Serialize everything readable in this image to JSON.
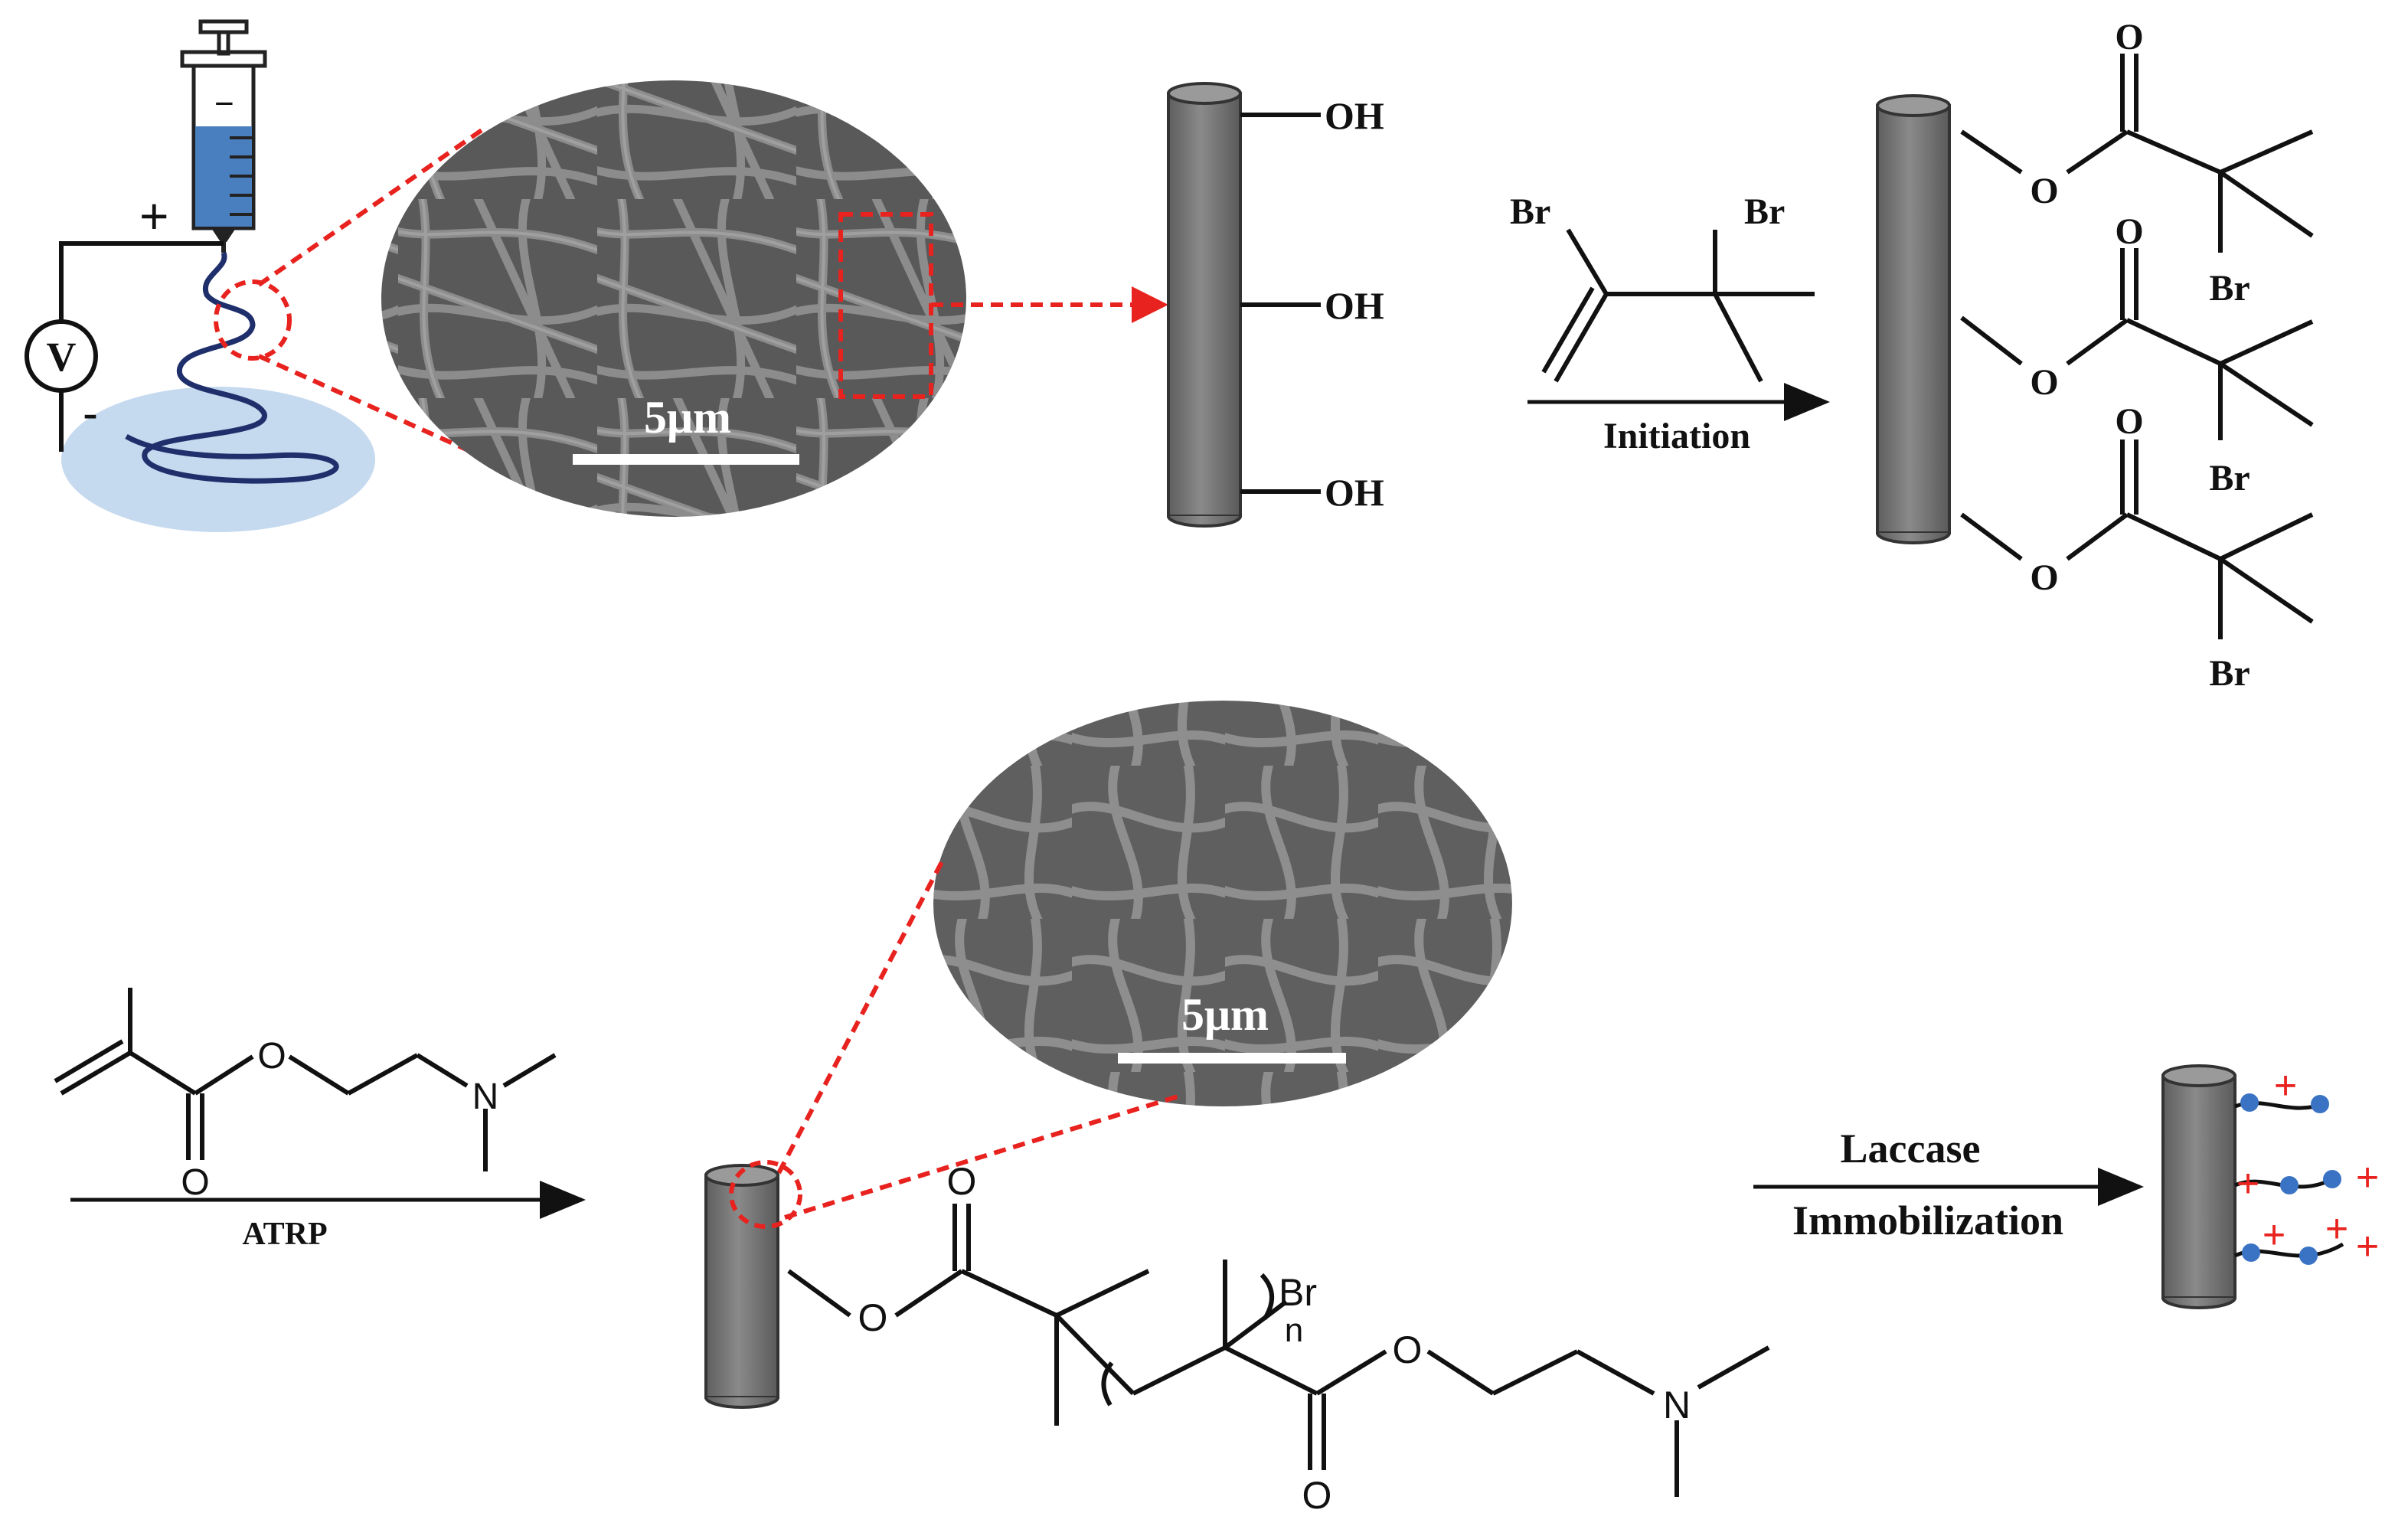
{
  "electrospinning": {
    "plus": "+",
    "minus": "-",
    "syringe_minus": "−",
    "voltmeter": "V"
  },
  "sem_top": {
    "scale_bar": "5μm"
  },
  "hydroxyl_fiber": {
    "groups": [
      "OH",
      "OH",
      "OH"
    ]
  },
  "initiator": {
    "br1": "Br",
    "br2": "Br"
  },
  "step_initiation": {
    "label": "Initiation"
  },
  "initiated_fiber": {
    "oxygens": [
      "O",
      "O",
      "O"
    ],
    "carbonyl_oxygens": [
      "O",
      "O",
      "O"
    ],
    "bromines": [
      "Br",
      "Br",
      "Br"
    ]
  },
  "monomer": {
    "o_ester": "O",
    "n": "N",
    "o_carbonyl": "O"
  },
  "step_atrp": {
    "label": "ATRP"
  },
  "sem_bottom": {
    "scale_bar": "5μm"
  },
  "polymer_fiber": {
    "carbonyl_o": "O",
    "ester_o": "O",
    "br": "Br",
    "n": "n",
    "side_ester_o": "O",
    "side_carbonyl_o": "O",
    "amine_n": "N"
  },
  "step_laccase": {
    "line1": "Laccase",
    "line2": "Immobilization"
  },
  "final_fiber": {
    "charges": [
      "+",
      "+",
      "+",
      "+",
      "+",
      "+"
    ]
  },
  "colors": {
    "fiber_gray": "#7a7a7a",
    "dash_red": "#e8221e",
    "solution_blue": "#4a7fbf",
    "pool_blue": "#c5d9ef",
    "enzyme_blue": "#3b73c4",
    "sem_gray": "#5b5b5b"
  }
}
